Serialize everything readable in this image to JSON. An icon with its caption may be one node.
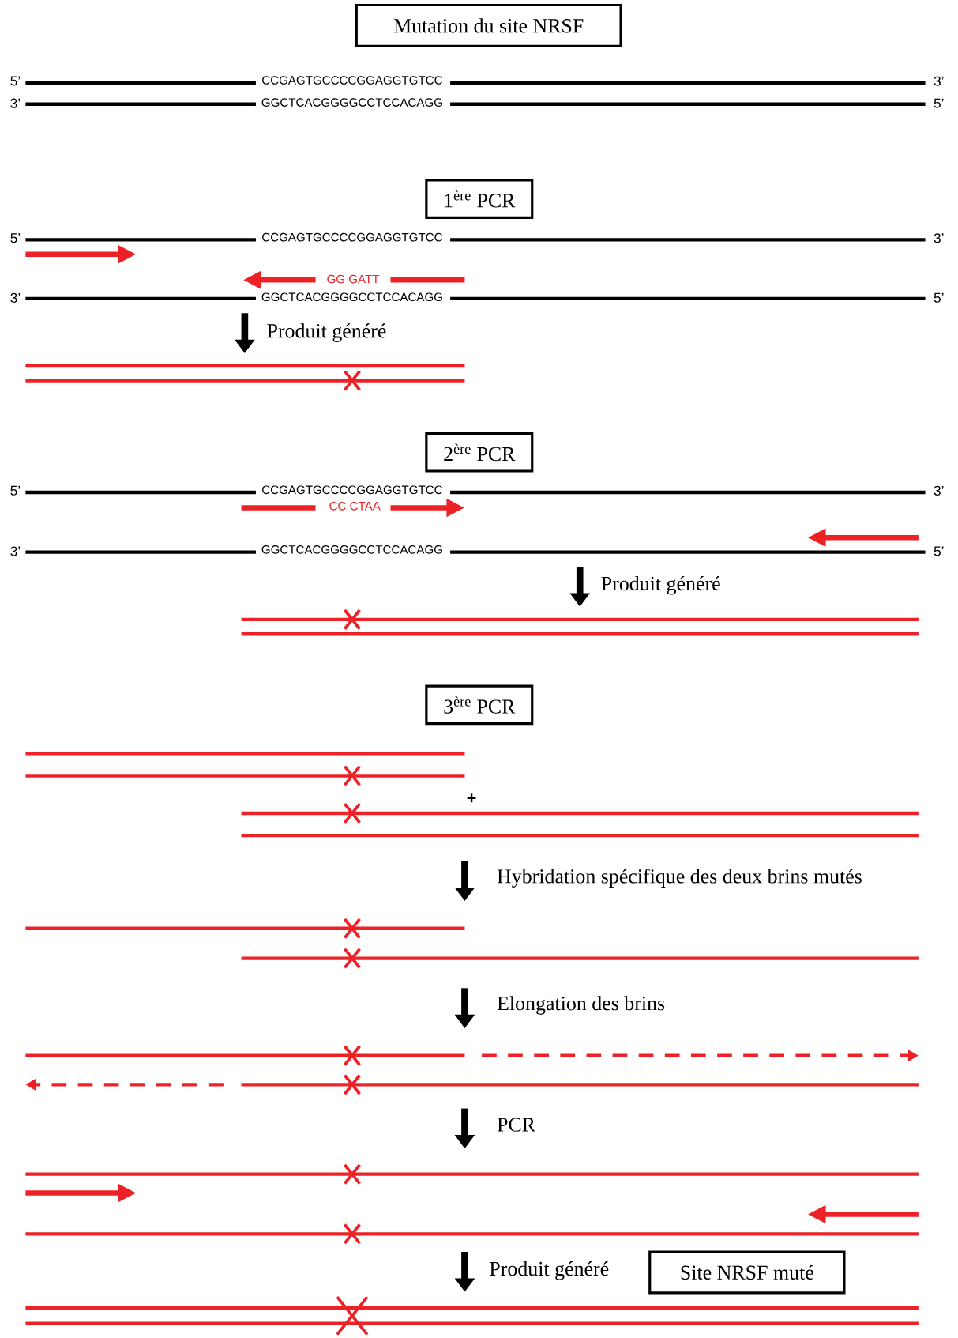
{
  "diagram": {
    "nodes": [
      {
        "text": [
          "Mutation du site NRSF"
        ]
      },
      {
        "text": [
          "1$^{ère}$ PCR"
        ]
      },
      {
        "text": [
          "2$^{ère}$ PCR"
        ]
      },
      {
        "text": [
          "3$^{ère}$ PCR"
        ]
      },
      {
        "text": [
          "Site NRSF muté"
        ]
      }
    ],
    "labels": [
      "5’",
      "CCGAGTGCCCCGGAGGTGTCC",
      "3’",
      "3’",
      "GGCTCACGGGGCCTCCACAGG",
      "5’",
      "5’",
      "CCGAGTGCCCCGGAGGTGTCC",
      "3’",
      "GG GATT",
      "3’",
      "GGCTCACGGGGCCTCCACAGG",
      "5’",
      "Produit généré",
      "5’",
      "CCGAGTGCCCCGGAGGTGTCC",
      "3’",
      "CC CTAA",
      "3’",
      "GGCTCACGGGGCCTCCACAGG",
      "5’",
      "Produit généré",
      "+",
      "Hybridation spécifique des deux brins mutés",
      "Elongation des brins",
      "PCR",
      "Produit généré"
    ]
  }
}
